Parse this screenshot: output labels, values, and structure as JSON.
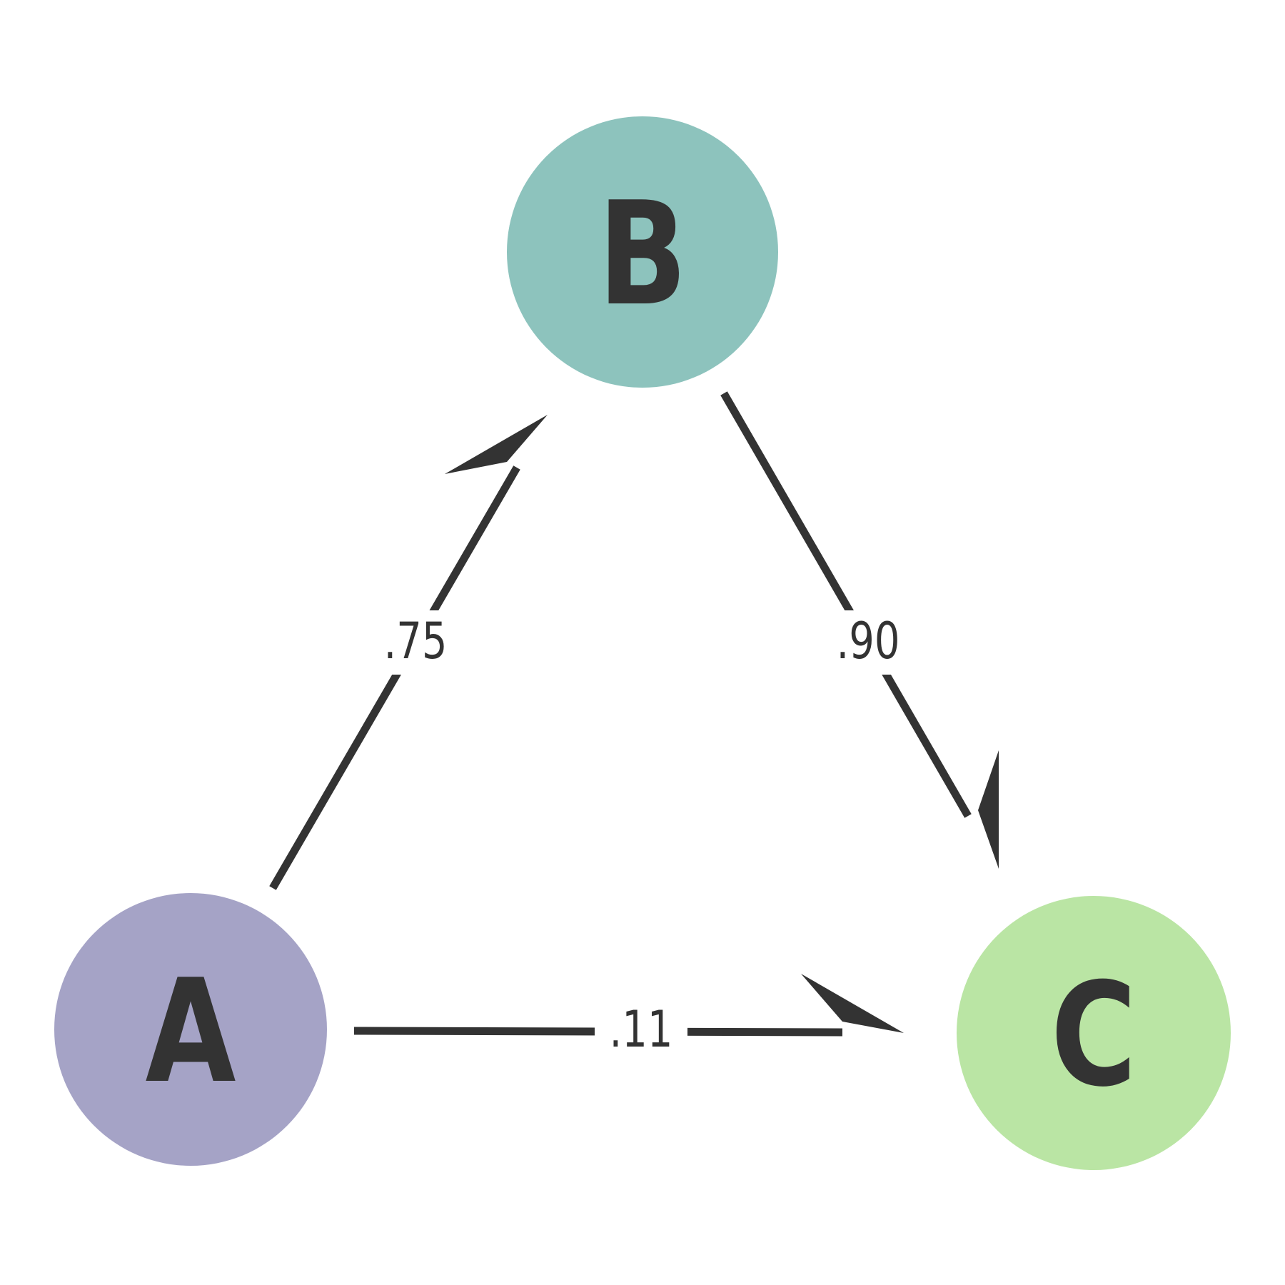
{
  "diagram": {
    "title": "directed graph of three nodes with edge weights",
    "background_color": "#ffffff",
    "stroke_color": "#333333",
    "text_color": "#333333",
    "nodes": [
      {
        "id": "A",
        "label": "A",
        "color": "#a5a3c6"
      },
      {
        "id": "B",
        "label": "B",
        "color": "#8dc3bd"
      },
      {
        "id": "C",
        "label": "C",
        "color": "#bae5a4"
      }
    ],
    "edges": [
      {
        "from": "A",
        "to": "B",
        "label": ".75"
      },
      {
        "from": "B",
        "to": "C",
        "label": ".90"
      },
      {
        "from": "A",
        "to": "C",
        "label": ".11"
      }
    ]
  }
}
